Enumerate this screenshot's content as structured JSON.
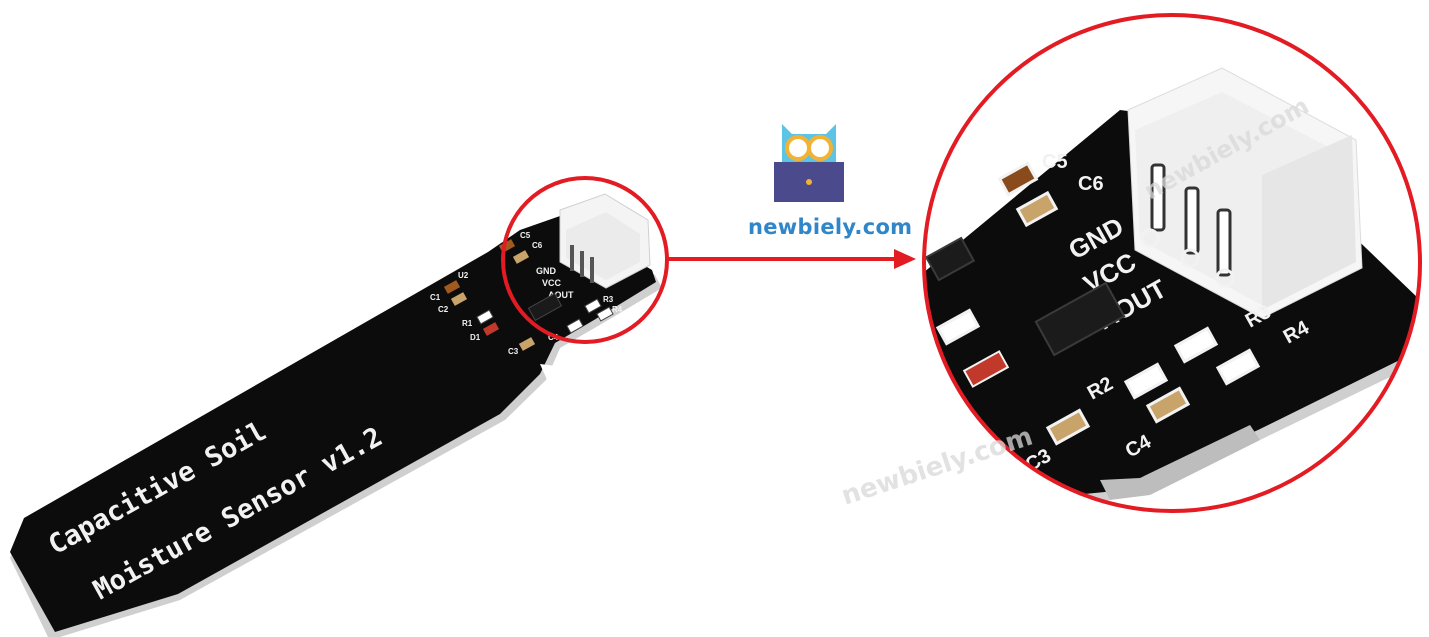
{
  "board": {
    "title_line1": "Capacitive Soil",
    "title_line2": "Moisture Sensor v1.2"
  },
  "pins": {
    "gnd": "GND",
    "vcc": "VCC",
    "aout": "AOUT"
  },
  "components": {
    "c1": "C1",
    "c2": "C2",
    "c3": "C3",
    "c4": "C4",
    "c5": "C5",
    "c6": "C6",
    "r1": "R1",
    "r2": "R2",
    "r3": "R3",
    "r4": "R4",
    "d1": "D1",
    "u2": "U2"
  },
  "brand": {
    "name": "newbiely.com"
  },
  "watermark": {
    "text": "newbiely.com"
  },
  "colors": {
    "board": "#0c0c0c",
    "highlight": "#e31b23",
    "brand": "#2f86c9",
    "connector": "#f4f4f4"
  }
}
